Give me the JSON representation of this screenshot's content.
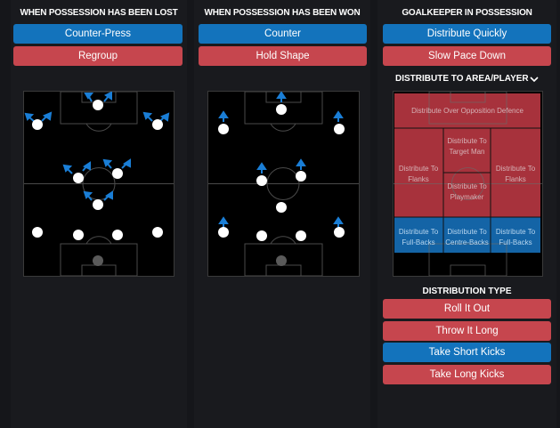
{
  "possession_lost": {
    "title": "WHEN POSSESSION HAS BEEN LOST",
    "buttons": [
      {
        "label": "Counter-Press",
        "state": "selected"
      },
      {
        "label": "Regroup",
        "state": "unselected"
      }
    ]
  },
  "possession_won": {
    "title": "WHEN POSSESSION HAS BEEN WON",
    "buttons": [
      {
        "label": "Counter",
        "state": "selected"
      },
      {
        "label": "Hold Shape",
        "state": "unselected"
      }
    ]
  },
  "goalkeeper": {
    "title": "GOALKEEPER IN POSSESSION",
    "buttons": [
      {
        "label": "Distribute Quickly",
        "state": "selected"
      },
      {
        "label": "Slow Pace Down",
        "state": "unselected"
      }
    ],
    "distribute_heading": "DISTRIBUTE TO AREA/PLAYER",
    "zones": {
      "opposition_defence": "Distribute Over Opposition Defence",
      "target_man_1": "Distribute To",
      "target_man_2": "Target Man",
      "flanks_left_1": "Distribute To",
      "flanks_left_2": "Flanks",
      "flanks_right_1": "Distribute To",
      "flanks_right_2": "Flanks",
      "playmaker_1": "Distribute To",
      "playmaker_2": "Playmaker",
      "fullbacks_left_1": "Distribute To",
      "fullbacks_left_2": "Full-Backs",
      "centrebacks_1": "Distribute To",
      "centrebacks_2": "Centre-Backs",
      "fullbacks_right_1": "Distribute To",
      "fullbacks_right_2": "Full-Backs"
    },
    "distribution_type_heading": "DISTRIBUTION TYPE",
    "distribution_types": [
      {
        "label": "Roll It Out",
        "state": "unselected"
      },
      {
        "label": "Throw It Long",
        "state": "unselected"
      },
      {
        "label": "Take Short Kicks",
        "state": "selected"
      },
      {
        "label": "Take Long Kicks",
        "state": "unselected"
      }
    ]
  },
  "colors": {
    "selected": "#1373bc",
    "unselected": "#c6464e",
    "arrow": "#1a7ed6",
    "pitch": "#000000"
  },
  "icons": {
    "dropdown": "chevron-down-icon",
    "player": "player-marker-icon",
    "arrow": "movement-arrow-icon"
  }
}
